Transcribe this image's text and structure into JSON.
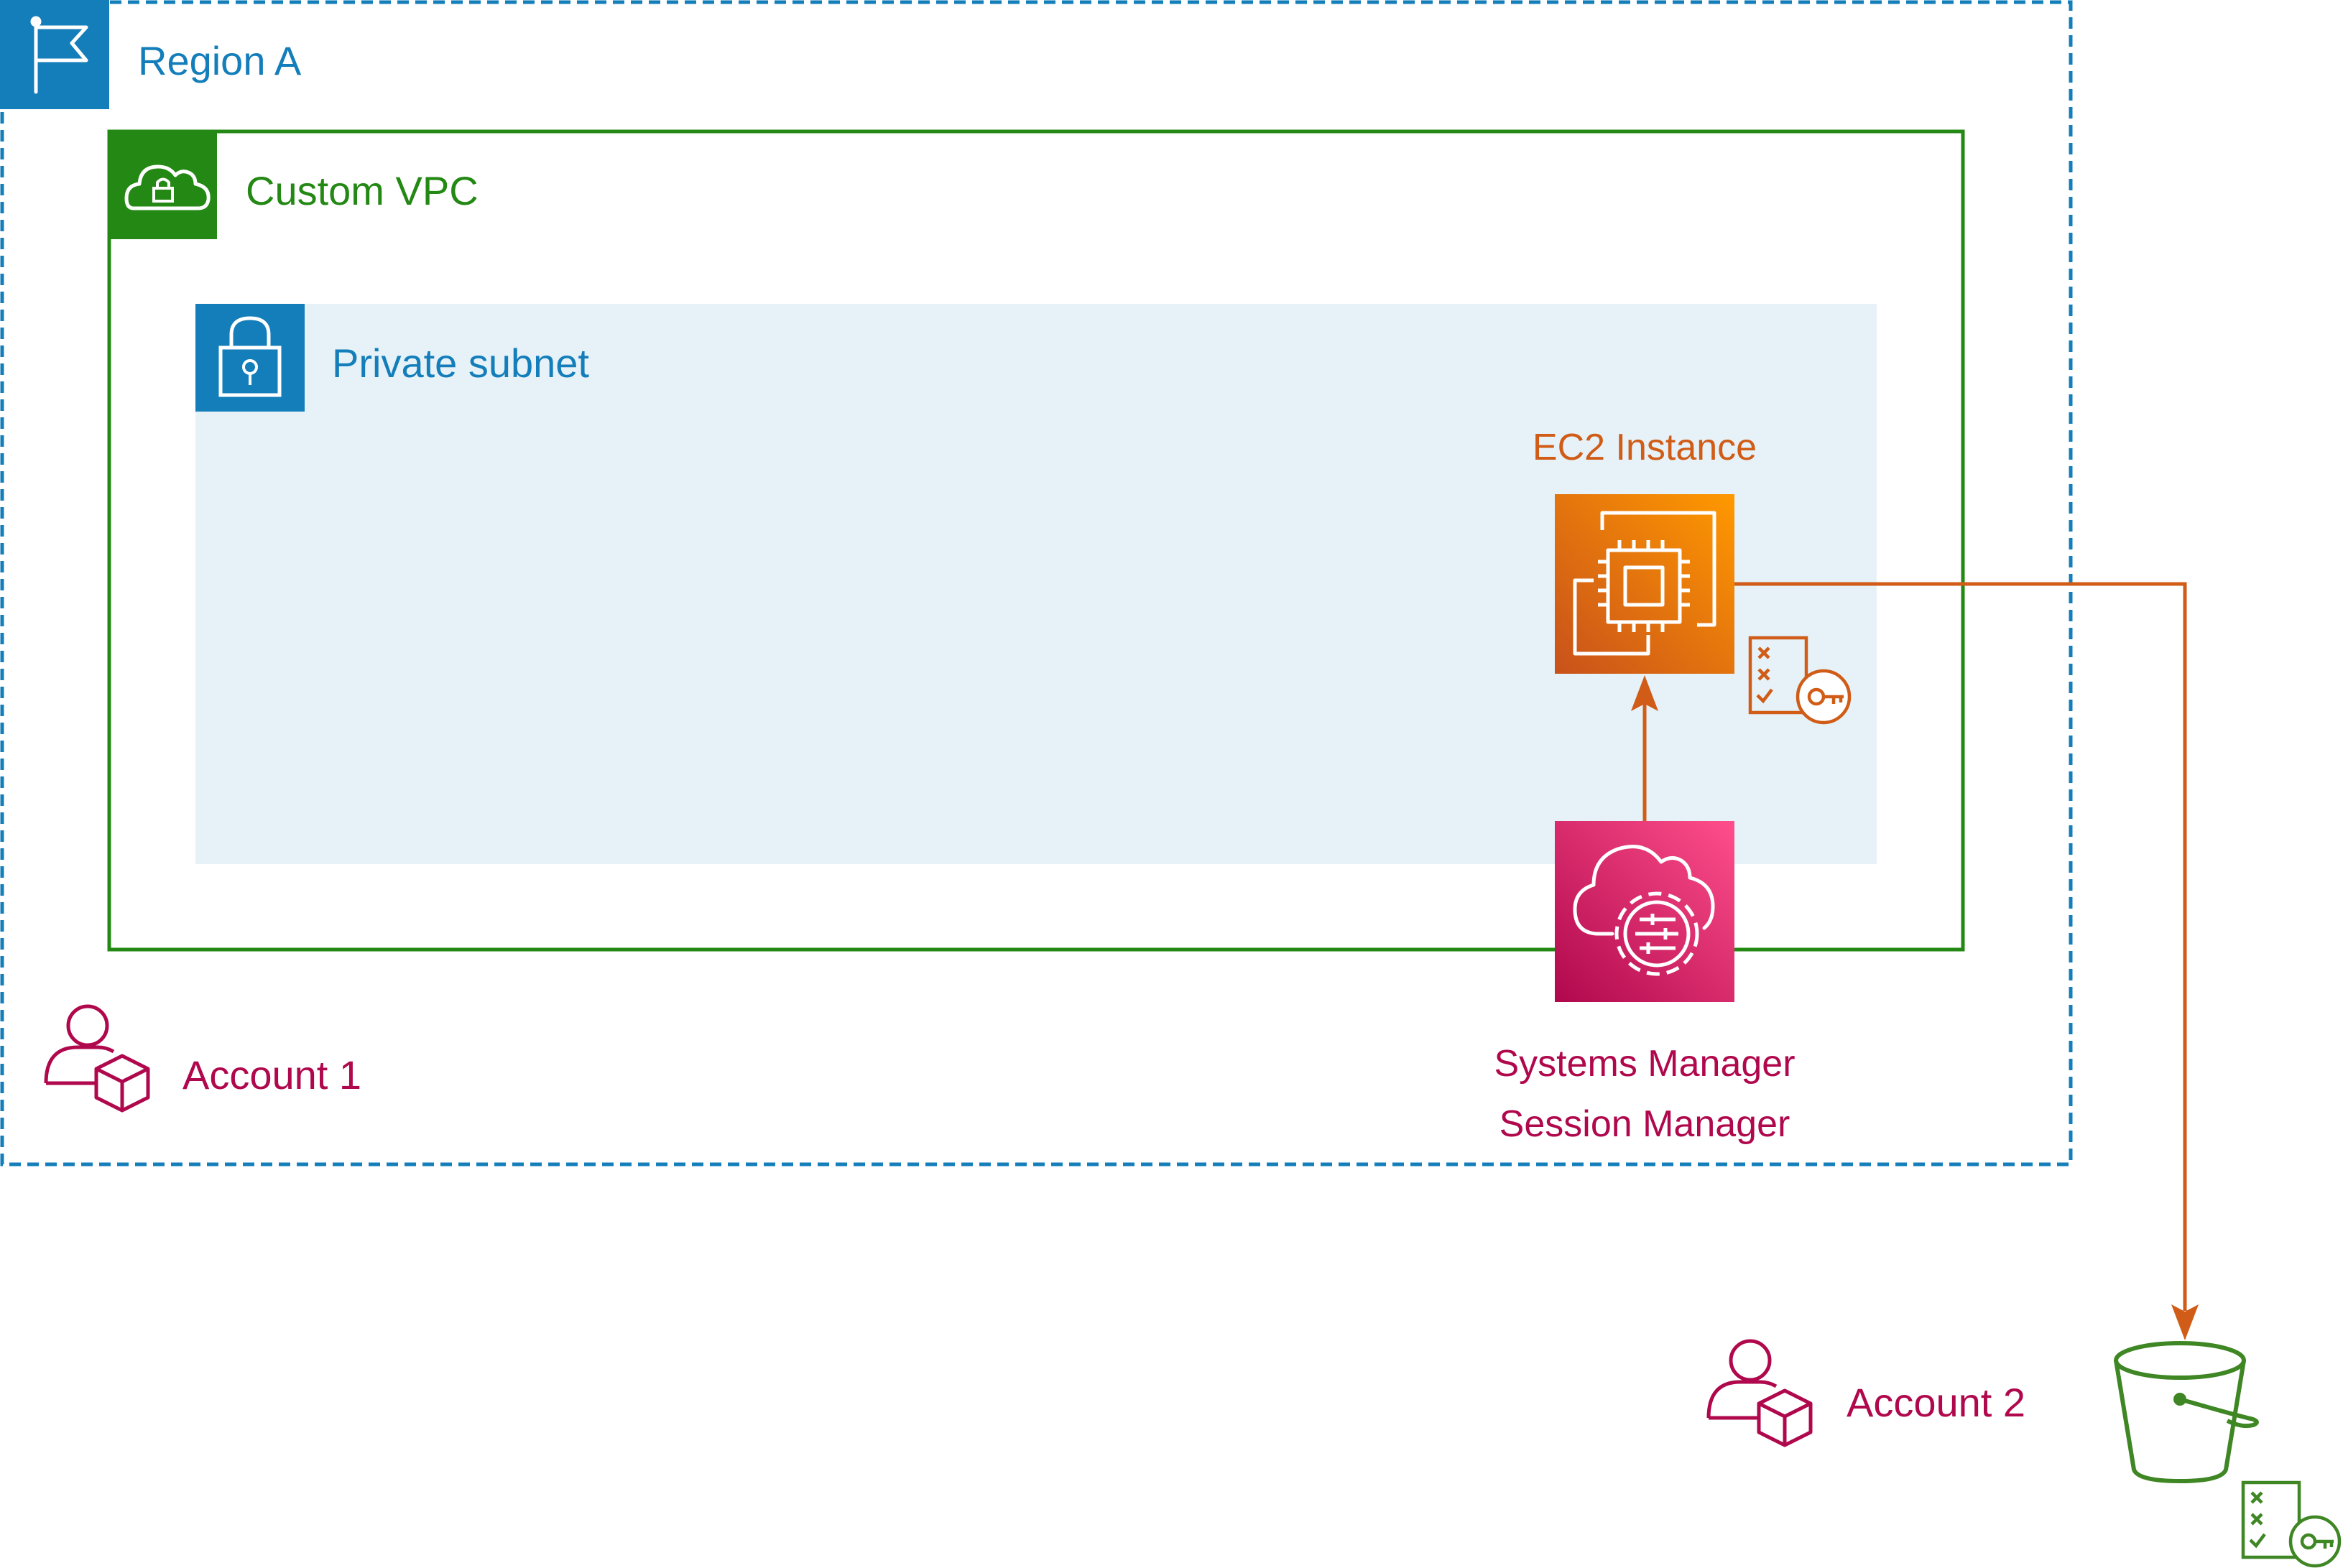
{
  "region": {
    "label": "Region A"
  },
  "vpc": {
    "label": "Custom VPC"
  },
  "subnet": {
    "label": "Private subnet"
  },
  "ec2": {
    "label": "EC2 Instance"
  },
  "ssm": {
    "label_line1": "Systems Manager",
    "label_line2": "Session Manager"
  },
  "account1": {
    "label": "Account 1"
  },
  "account2": {
    "label": "Account 2"
  },
  "colors": {
    "region_blue": "#147eba",
    "vpc_green": "#248814",
    "subnet_fill": "#e6f2f8",
    "ec2_orange": "#d05c17",
    "ssm_pink": "#e7157b",
    "account_maroon": "#b0084d",
    "s3_green": "#3f8624"
  },
  "icons": [
    "region-flag-icon",
    "vpc-cloud-lock-icon",
    "subnet-lock-icon",
    "ec2-chip-icon",
    "ssm-cloud-gear-icon",
    "account-user-icon",
    "s3-bucket-icon",
    "policy-key-icon"
  ]
}
